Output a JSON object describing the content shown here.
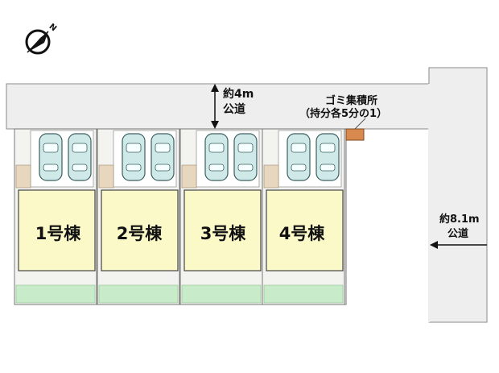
{
  "compass": {
    "icon": "north-arrow-icon",
    "letter": "N"
  },
  "north_road": {
    "width_label": "約4m",
    "type_label": "公道"
  },
  "east_road": {
    "width_label": "約8.1m",
    "type_label": "公道"
  },
  "garbage": {
    "title": "ゴミ集積所",
    "note": "（持分各5分の1）"
  },
  "units": [
    {
      "label": "1号棟"
    },
    {
      "label": "2号棟"
    },
    {
      "label": "3号棟"
    },
    {
      "label": "4号棟"
    }
  ],
  "colors": {
    "road": "#eeeeee",
    "house": "#fbf9c8",
    "lot": "#f3f3f0",
    "parking": "#ffffff",
    "car": "#cfe9e8",
    "green_strip": "#c8ecc9",
    "garbage_box": "#d9894d",
    "deck": "#e8d7bf"
  }
}
